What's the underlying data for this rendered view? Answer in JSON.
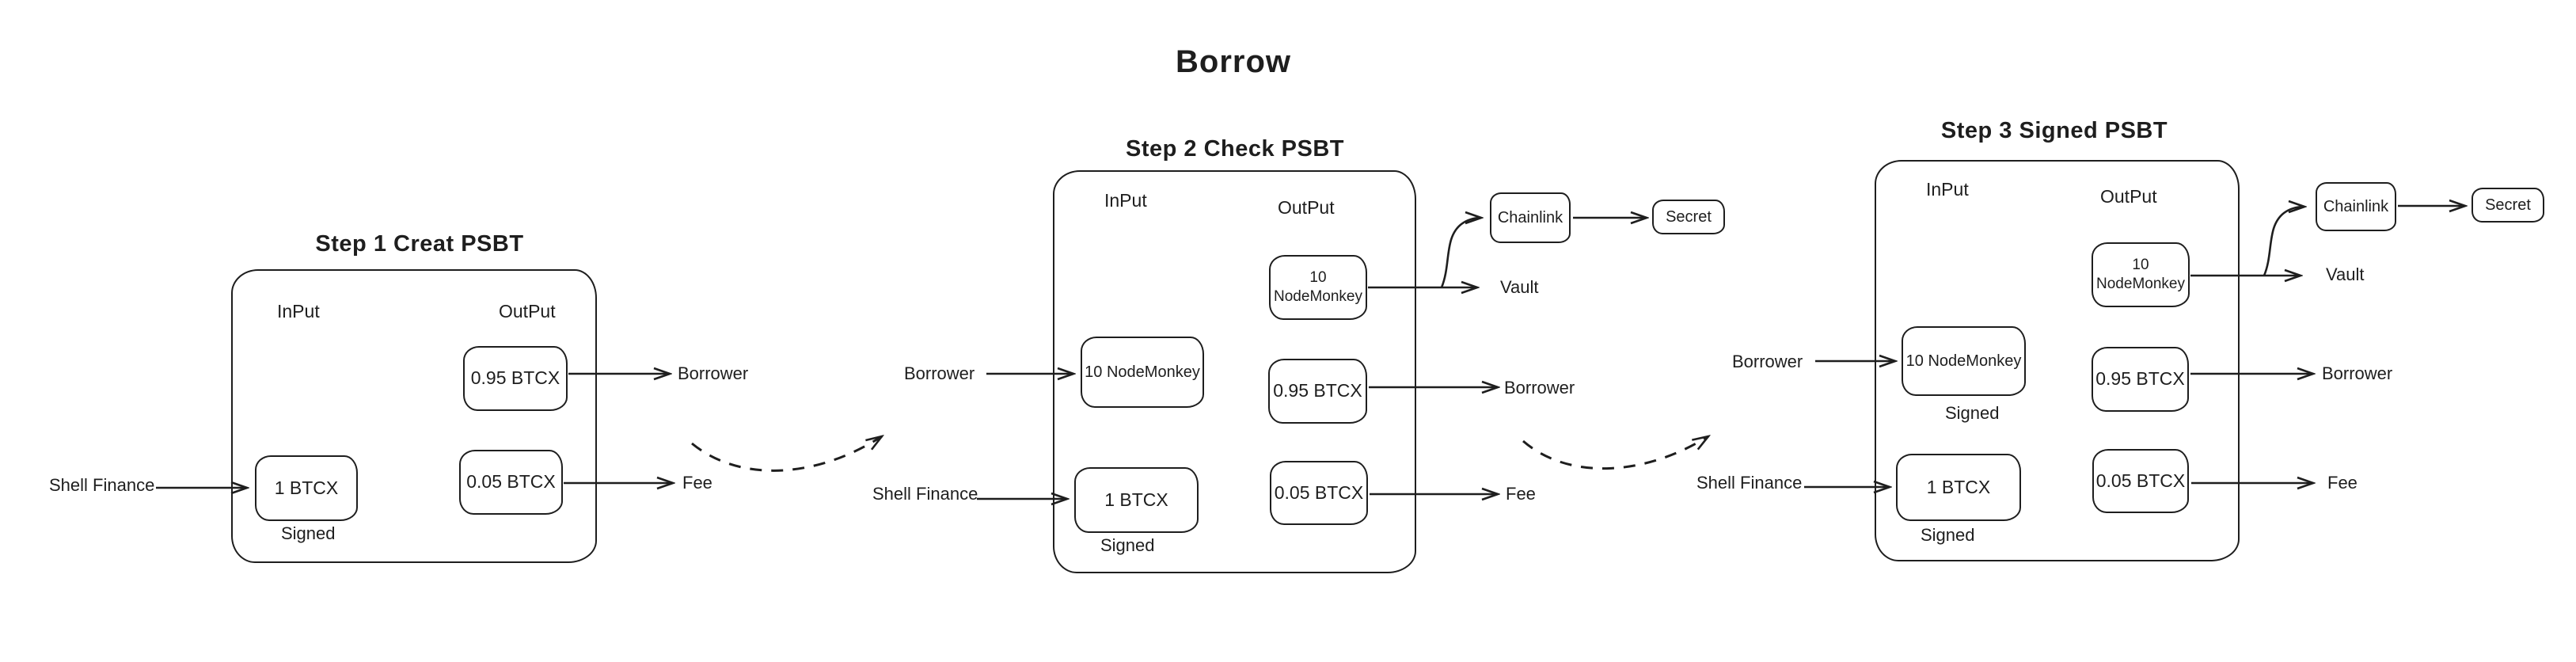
{
  "diagram": {
    "title": "Borrow"
  },
  "colors": {
    "ink": "#1e1e1e",
    "background": "#ffffff"
  },
  "steps": [
    {
      "title": "Step 1 Creat PSBT",
      "input_header": "InPut",
      "output_header": "OutPut",
      "inputs": [
        {
          "label": "1 BTCX",
          "caption": "Signed",
          "source": "Shell Finance"
        }
      ],
      "outputs": [
        {
          "label": "0.95 BTCX",
          "destination": "Borrower"
        },
        {
          "label": "0.05 BTCX",
          "destination": "Fee"
        }
      ]
    },
    {
      "title": "Step 2 Check PSBT",
      "input_header": "InPut",
      "output_header": "OutPut",
      "inputs": [
        {
          "label": "10 NodeMonkey",
          "source": "Borrower"
        },
        {
          "label": "1 BTCX",
          "caption": "Signed",
          "source": "Shell Finance"
        }
      ],
      "outputs": [
        {
          "label_line1": "10",
          "label_line2": "NodeMonkey",
          "destination": "Vault"
        },
        {
          "label": "0.95 BTCX",
          "destination": "Borrower"
        },
        {
          "label": "0.05 BTCX",
          "destination": "Fee"
        }
      ],
      "oracle": {
        "node_label": "Chainlink",
        "secret_label": "Secret"
      }
    },
    {
      "title": "Step 3 Signed PSBT",
      "input_header": "InPut",
      "output_header": "OutPut",
      "inputs": [
        {
          "label": "10 NodeMonkey",
          "caption": "Signed",
          "source": "Borrower"
        },
        {
          "label": "1 BTCX",
          "caption": "Signed",
          "source": "Shell Finance"
        }
      ],
      "outputs": [
        {
          "label_line1": "10",
          "label_line2": "NodeMonkey",
          "destination": "Vault"
        },
        {
          "label": "0.95 BTCX",
          "destination": "Borrower"
        },
        {
          "label": "0.05 BTCX",
          "destination": "Fee"
        }
      ],
      "oracle": {
        "node_label": "Chainlink",
        "secret_label": "Secret"
      }
    }
  ]
}
